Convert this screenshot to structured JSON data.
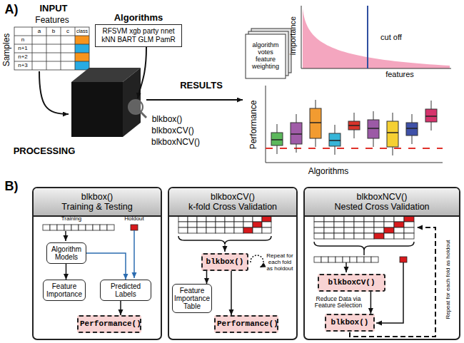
{
  "diagram": {
    "nodes": [
      {
        "text": [
          "Algorithms",
          "RFSVM xgb party nnet kNN BART GLM PamR"
        ]
      },
      {
        "text": [
          "blkbox() Training & Testing"
        ]
      },
      {
        "text": [
          "Algorithm Models"
        ],
        "in": 1
      },
      {
        "text": [
          "Feature Importance"
        ],
        "in": 1
      },
      {
        "text": [
          "Predicted Labels"
        ],
        "in": 1
      },
      {
        "text": [
          "Performance()"
        ],
        "in": 1
      },
      {
        "text": [
          "blkboxCV() k-fold Cross Validation"
        ]
      },
      {
        "text": [
          "blkbox()"
        ],
        "in": 6
      },
      {
        "text": [
          "Feature Importance Table"
        ],
        "in": 6
      },
      {
        "text": [
          "Performance()"
        ],
        "in": 6
      },
      {
        "text": [
          "blkboxNCV() Nested Cross Validation"
        ]
      },
      {
        "text": [
          "blkboxCV()"
        ],
        "in": 10
      },
      {
        "text": [
          "blkbox()"
        ],
        "in": 10
      }
    ],
    "edges": [
      {
        "from": 2,
        "to": 3,
        "arrow": "to"
      },
      {
        "from": 2,
        "to": 4,
        "arrow": "to"
      },
      {
        "from": 4,
        "to": 5,
        "arrow": "to"
      },
      {
        "from": 7,
        "to": 8,
        "arrow": "to"
      },
      {
        "from": 7,
        "to": 9,
        "arrow": "to"
      },
      {
        "from": 11,
        "to": 12,
        "arrow": "to",
        "label": "Reduce Data via Feature Selection"
      }
    ],
    "labels": [
      "A)",
      "INPUT",
      "Features",
      "Samples",
      "a",
      "b",
      "c",
      "class",
      "n",
      "n+1",
      "n+2",
      "n+3",
      "PROCESSING",
      "blkbox()",
      "blkboxCV()",
      "blkboxNCV()",
      "RESULTS",
      "algorithm votes feature weighting",
      "importance",
      "cut off",
      "features",
      "Performance",
      "Algorithms",
      "B)",
      "Training",
      "Holdout",
      "Repeat for each fold as holdout",
      "Repeat for each fold as holdout"
    ]
  }
}
